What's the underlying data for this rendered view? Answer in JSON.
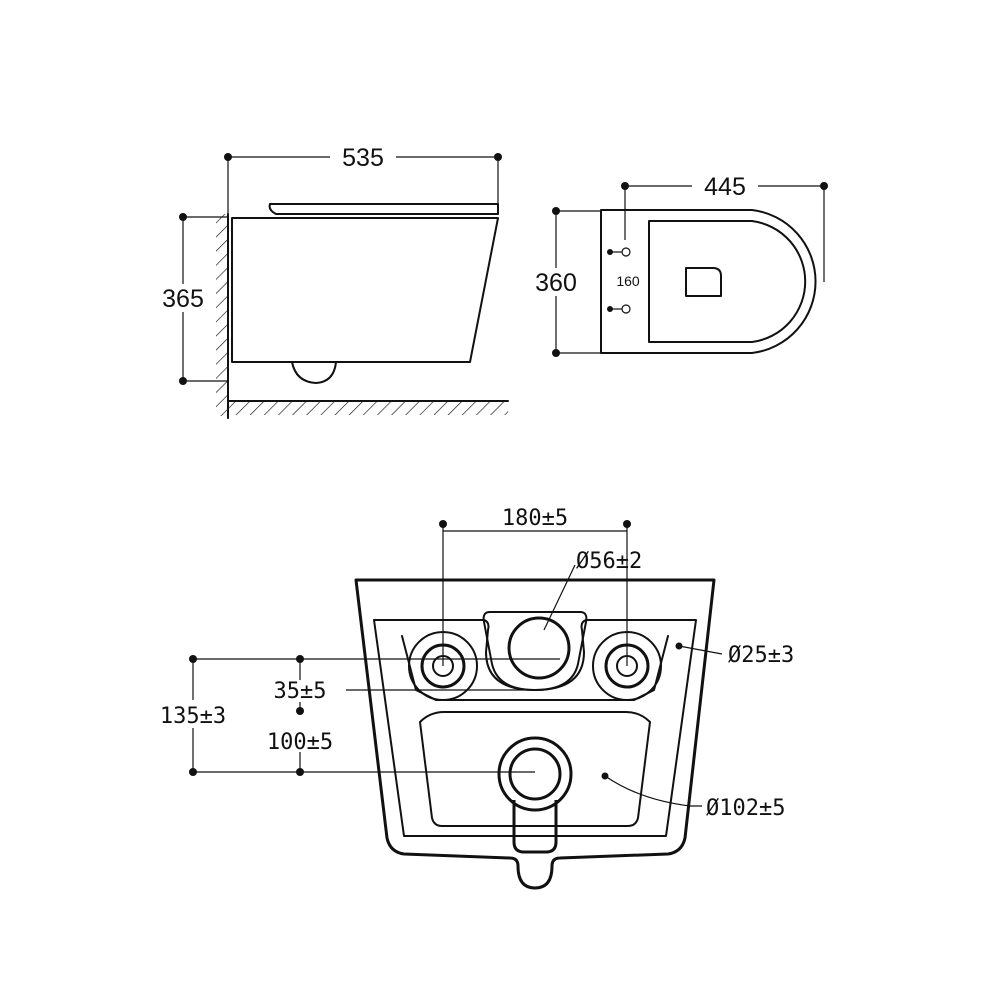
{
  "side_view": {
    "length_label": "535",
    "height_label": "365"
  },
  "top_view": {
    "depth_label": "445",
    "width_label": "360",
    "bolt_spacing_label": "160"
  },
  "rear_view": {
    "bolt_spacing_label": "180±5",
    "inlet_diameter_label": "Ø56±2",
    "bolt_hole_diameter_label": "Ø25±3",
    "bolt_offset_label": "35±5",
    "total_height_label": "135±3",
    "outlet_height_label": "100±5",
    "outlet_diameter_label": "Ø102±5"
  }
}
